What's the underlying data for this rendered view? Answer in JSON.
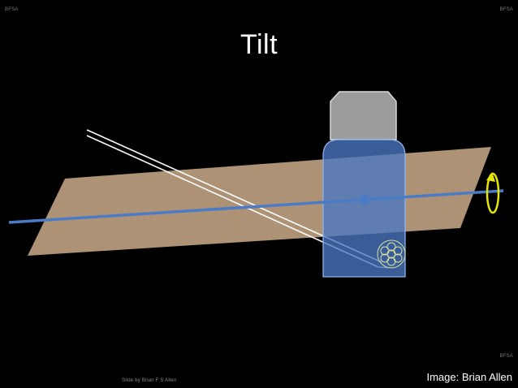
{
  "slide": {
    "title": "Tilt",
    "watermark_top_left": "BFSA",
    "watermark_top_right": "BFSA",
    "watermark_bottom_right": "BFSA",
    "slide_credit": "Slide by Brian F S Allen",
    "image_credit": "Image: Brian Allen"
  },
  "diagram": {
    "elements": [
      "tilt-plane",
      "tilt-axis",
      "rotation-arrow-icon",
      "instrument-handle",
      "instrument-body",
      "pivot-point",
      "guide-rail",
      "flower-icon"
    ],
    "colors": {
      "background": "#000000",
      "plane": "#ad9275",
      "axis": "#4a7bc4",
      "rotation_arrow": "#e6e600",
      "handle_fill": "#9c9c9c",
      "handle_stroke": "#d9d9d9",
      "body_fill": "#4a77c2",
      "body_stroke": "#8fb4ea",
      "rail": "#ffffff",
      "flower": "#d7e2a4"
    }
  }
}
